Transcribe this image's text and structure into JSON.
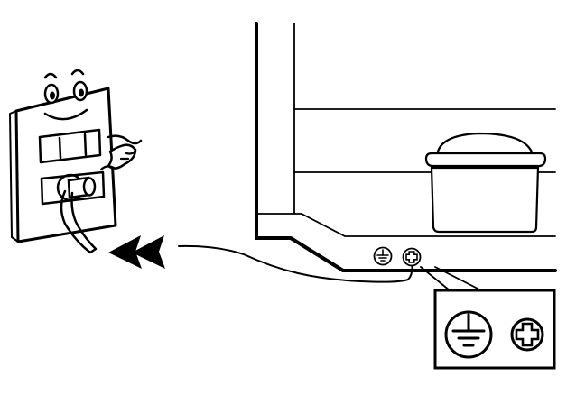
{
  "colors": {
    "ink": "#000000",
    "background": "#ffffff"
  },
  "outlet": {
    "face": "cartoon-face",
    "switch": "rocker-switch",
    "socket": "socket-with-plug"
  },
  "appliance": {
    "item": "pot-on-shelf",
    "symbols": [
      "earth-ground-symbol",
      "equipotential-terminal-symbol"
    ]
  },
  "callout": {
    "symbols": [
      "earth-ground-symbol",
      "equipotential-terminal-symbol"
    ]
  },
  "arrow": {
    "count": 2,
    "direction": "left"
  }
}
